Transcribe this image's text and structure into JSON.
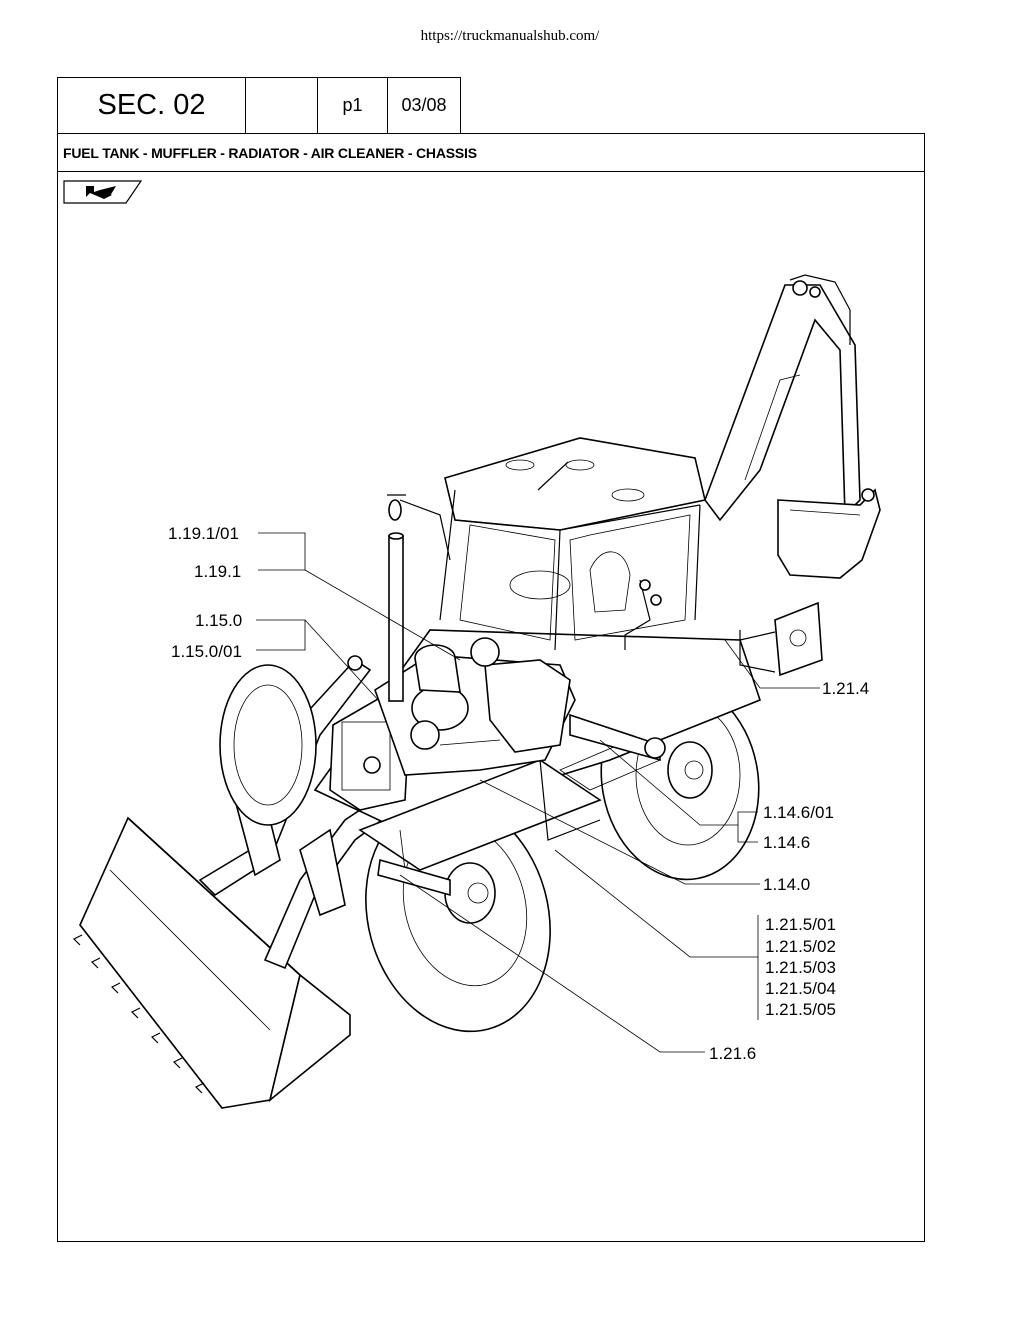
{
  "source_url": "https://truckmanualshub.com/",
  "header": {
    "section": "SEC. 02",
    "blank": "",
    "page": "p1",
    "date": "03/08"
  },
  "title": "FUEL TANK - MUFFLER - RADIATOR - AIR CLEANER - CHASSIS",
  "nav_icon": "arrow-return-icon",
  "callouts": {
    "c_1_19_1_01": "1.19.1/01",
    "c_1_19_1": "1.19.1",
    "c_1_15_0": "1.15.0",
    "c_1_15_0_01": "1.15.0/01",
    "c_1_21_4": "1.21.4",
    "c_1_14_6_01": "1.14.6/01",
    "c_1_14_6": "1.14.6",
    "c_1_14_0": "1.14.0",
    "c_1_21_5_01": "1.21.5/01",
    "c_1_21_5_02": "1.21.5/02",
    "c_1_21_5_03": "1.21.5/03",
    "c_1_21_5_04": "1.21.5/04",
    "c_1_21_5_05": "1.21.5/05",
    "c_1_21_6": "1.21.6"
  }
}
